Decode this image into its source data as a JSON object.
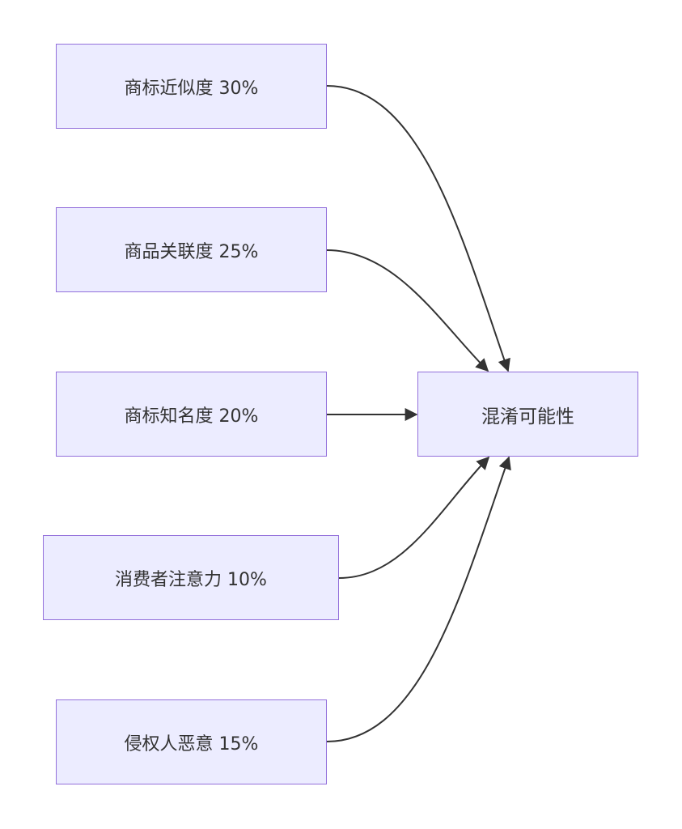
{
  "diagram": {
    "factors": [
      {
        "label": "商标近似度 30%"
      },
      {
        "label": "商品关联度 25%"
      },
      {
        "label": "商标知名度 20%"
      },
      {
        "label": "消费者注意力 10%"
      },
      {
        "label": "侵权人恶意 15%"
      }
    ],
    "target": {
      "label": "混淆可能性"
    },
    "colors": {
      "node_fill": "#ECECFF",
      "node_border": "#9370DB",
      "edge": "#333333",
      "text": "#333333"
    }
  }
}
